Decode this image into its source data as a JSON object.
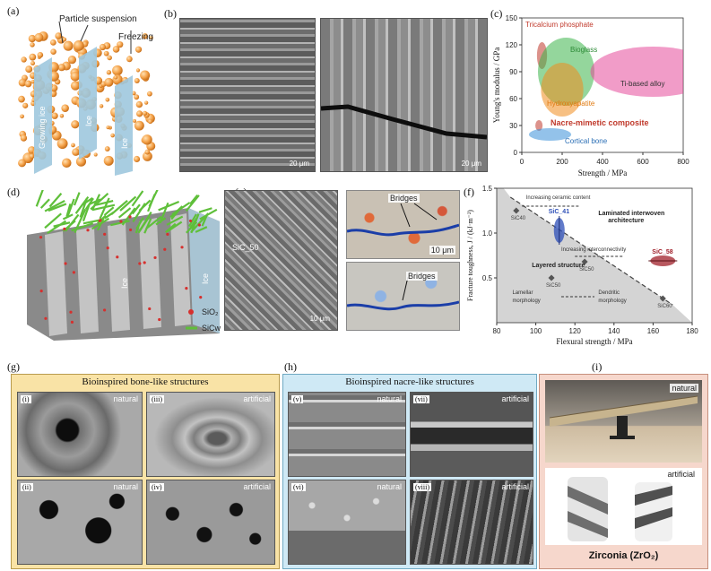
{
  "panels": {
    "a": {
      "label": "(a)",
      "suspension": "Particle suspension",
      "freezing": "Freezing",
      "growing_ice": "Growing ice",
      "ice": "Ice"
    },
    "b": {
      "label": "(b)",
      "scale_left": "20 μm",
      "scale_right": "20 μm"
    },
    "c": {
      "label": "(c)"
    },
    "d": {
      "label": "(d)",
      "ice": "Ice",
      "legend_sio2": "SiO₂",
      "legend_sicw": "SiCw"
    },
    "e": {
      "label": "(e)",
      "sample": "SiC_50",
      "scale": "10 μm",
      "bridges": "Bridges",
      "scale_small": "10 μm"
    },
    "f": {
      "label": "(f)"
    },
    "g": {
      "label": "(g)",
      "title": "Bioinspired bone-like structures",
      "natural": "natural",
      "artificial": "artificial",
      "i": "(i)",
      "ii": "(ii)",
      "iii": "(iii)",
      "iv": "(iv)"
    },
    "h": {
      "label": "(h)",
      "title": "Bioinspired nacre-like structures",
      "natural": "natural",
      "artificial": "artificial",
      "v": "(v)",
      "vi": "(vi)",
      "vii": "(vii)",
      "viii": "(viii)"
    },
    "i": {
      "label": "(i)",
      "natural": "natural",
      "artificial": "artificial",
      "caption": "Zirconia (ZrO₂)"
    }
  },
  "chart_data": [
    {
      "type": "scatter",
      "panel": "c",
      "xlabel": "Strength / MPa",
      "ylabel": "Young's modulus / GPa",
      "xlim": [
        0,
        800
      ],
      "ylim": [
        0,
        150
      ],
      "xticks": [
        0,
        200,
        400,
        600,
        800
      ],
      "yticks": [
        0,
        30,
        60,
        90,
        120,
        150
      ],
      "regions": [
        {
          "name": "Tricalcium phosphate",
          "cx": 100,
          "cy": 108,
          "rx": 25,
          "ry": 15,
          "color": "#c0392b"
        },
        {
          "name": "Bioglass",
          "cx": 220,
          "cy": 90,
          "rx": 140,
          "ry": 38,
          "color": "#3cb44b"
        },
        {
          "name": "Ti-based alloy",
          "cx": 650,
          "cy": 90,
          "rx": 310,
          "ry": 28,
          "color": "#e64a9b"
        },
        {
          "name": "Hydroxyapatite",
          "cx": 200,
          "cy": 70,
          "rx": 105,
          "ry": 30,
          "color": "#f08c1e"
        },
        {
          "name": "Nacre-mimetic composite",
          "cx": 85,
          "cy": 30,
          "rx": 18,
          "ry": 6,
          "color": "#c0392b"
        },
        {
          "name": "Cortical bone",
          "cx": 140,
          "cy": 20,
          "rx": 105,
          "ry": 7,
          "color": "#3a8fd8"
        }
      ]
    },
    {
      "type": "scatter",
      "panel": "f",
      "xlabel": "Flexural strength / MPa",
      "ylabel": "Fracture toughness, J / (kJ·m⁻²)",
      "xlim": [
        80,
        180
      ],
      "ylim": [
        0,
        1.5
      ],
      "xticks": [
        80,
        100,
        120,
        140,
        160,
        180
      ],
      "yticks": [
        0.5,
        1.0,
        1.5
      ],
      "points": [
        {
          "label": "SiC40",
          "x": 90,
          "y": 1.25
        },
        {
          "label": "SiC50",
          "x": 125,
          "y": 0.68
        },
        {
          "label": "SiC50",
          "x": 108,
          "y": 0.5
        },
        {
          "label": "SiC60",
          "x": 165,
          "y": 0.27
        }
      ],
      "highlights": [
        {
          "label": "SiC_41",
          "x": 112,
          "y": 1.03,
          "color": "#2d4fb8"
        },
        {
          "label": "SiC_58",
          "x": 165,
          "y": 0.69,
          "color": "#a0202a"
        }
      ],
      "annotations": [
        "Increasing ceramic content",
        "Laminated interwoven architecture",
        "Increasing interconnectivity",
        "Layered structure",
        "Lamellar morphology",
        "Dendritic morphology"
      ],
      "trend_line": [
        [
          87,
          1.4
        ],
        [
          170,
          0.2
        ]
      ]
    }
  ]
}
